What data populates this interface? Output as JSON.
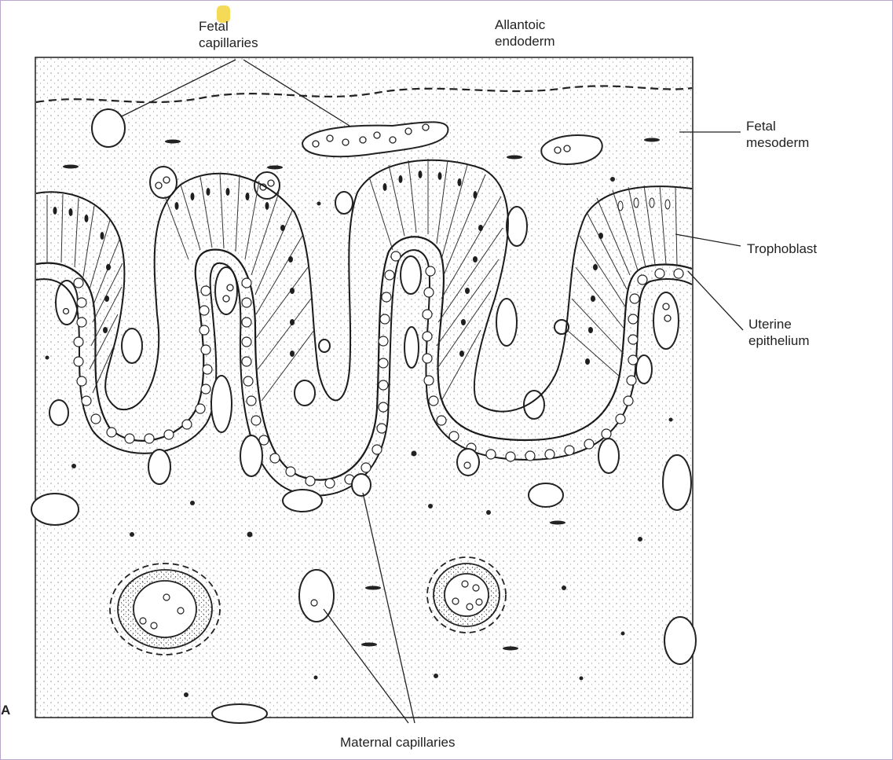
{
  "labels": {
    "fetal_capillaries": "Fetal\ncapillaries",
    "allantoic_endoderm": "Allantoic\nendoderm",
    "fetal_mesoderm": "Fetal\nmesoderm",
    "trophoblast": "Trophoblast",
    "uterine_epithelium": "Uterine\nepithelium",
    "maternal_capillaries": "Maternal capillaries",
    "panel_letter": "A"
  },
  "colors": {
    "ink": "#1e1e1e",
    "frame": "#b9a6cf",
    "highlight": "#f2d33a"
  }
}
